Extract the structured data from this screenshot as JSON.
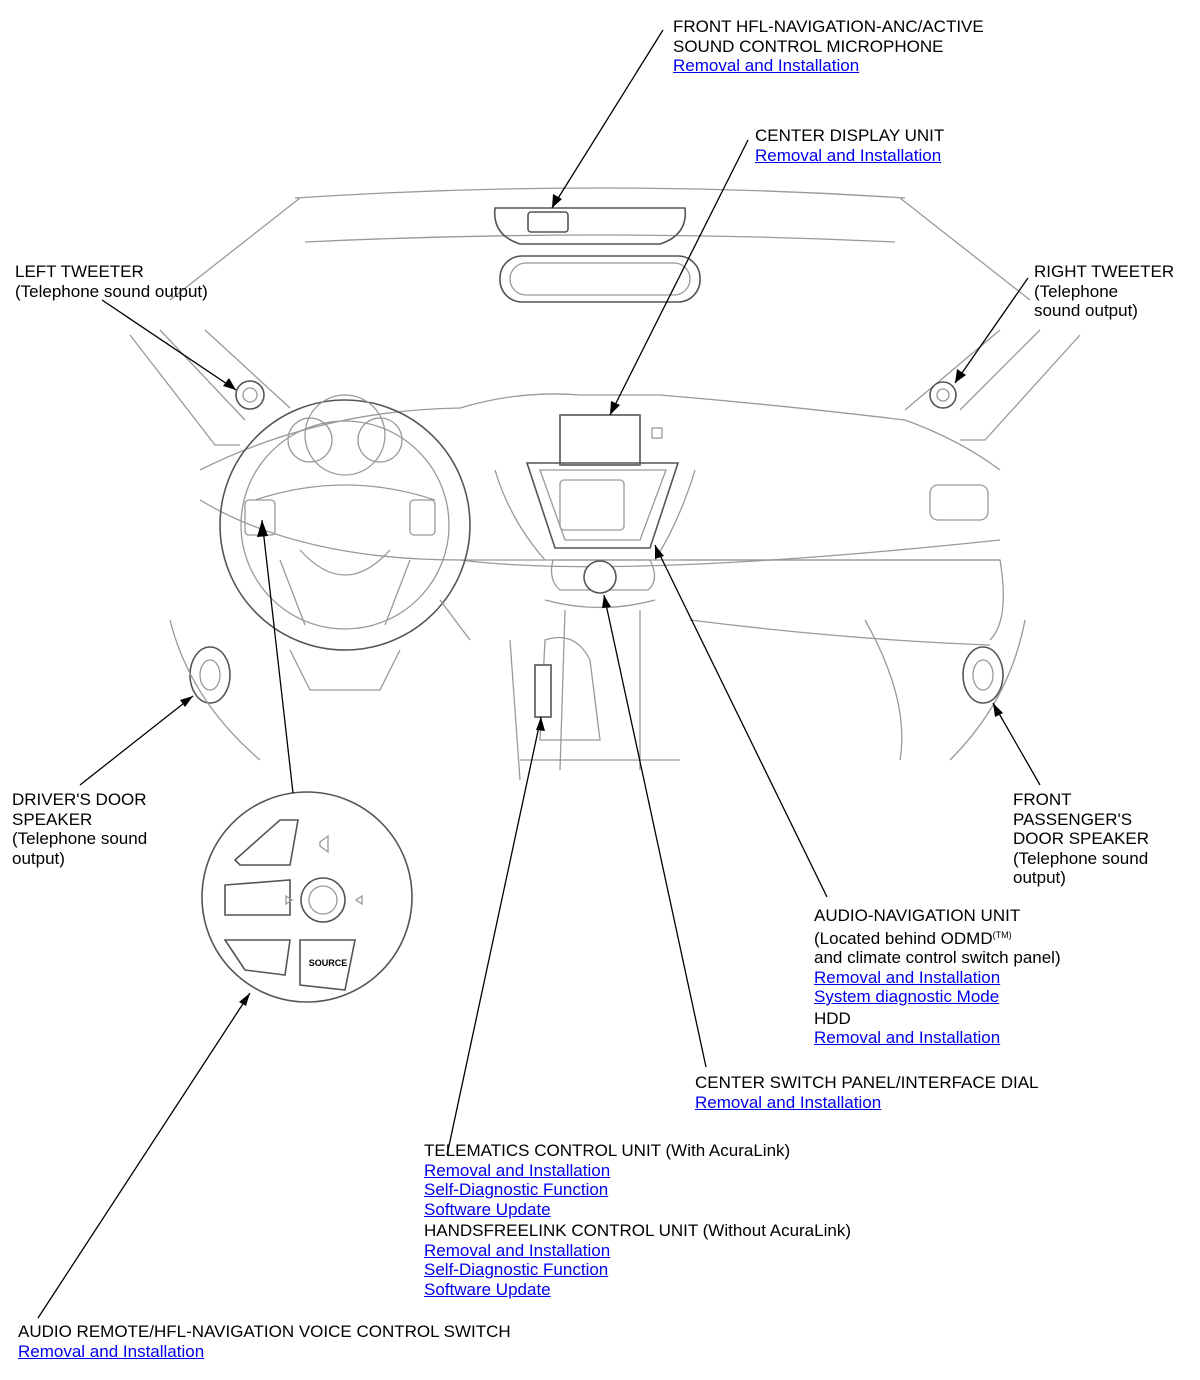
{
  "labels": {
    "front_mic": {
      "lines": [
        "FRONT HFL-NAVIGATION-ANC/ACTIVE",
        "SOUND CONTROL MICROPHONE"
      ],
      "links": [
        "Removal and Installation"
      ]
    },
    "center_display": {
      "lines": [
        "CENTER DISPLAY UNIT"
      ],
      "links": [
        "Removal and Installation"
      ]
    },
    "left_tweeter": {
      "lines": [
        "LEFT TWEETER",
        "(Telephone sound output)"
      ]
    },
    "right_tweeter": {
      "lines": [
        "RIGHT TWEETER",
        "(Telephone",
        "sound output)"
      ]
    },
    "drivers_door_speaker": {
      "lines": [
        "DRIVER'S DOOR",
        "SPEAKER",
        "(Telephone sound",
        "output)"
      ]
    },
    "front_passenger_door_speaker": {
      "lines": [
        "FRONT",
        "PASSENGER'S",
        "DOOR SPEAKER",
        "(Telephone sound",
        "output)"
      ]
    },
    "audio_navigation_unit": {
      "title": "AUDIO-NAVIGATION UNIT",
      "note_line1": "(Located behind ODMD",
      "note_tm": "(TM)",
      "note_line2": "and climate control switch panel)",
      "links": [
        "Removal and Installation",
        "System diagnostic Mode"
      ],
      "hdd_title": "HDD",
      "hdd_links": [
        "Removal and Installation"
      ]
    },
    "center_switch_panel": {
      "lines": [
        "CENTER SWITCH PANEL/INTERFACE DIAL"
      ],
      "links": [
        "Removal and Installation"
      ]
    },
    "telematics_unit": {
      "title": "TELEMATICS CONTROL UNIT (With AcuraLink)",
      "links": [
        "Removal and Installation",
        "Self-Diagnostic Function",
        "Software Update"
      ]
    },
    "handsfreelink_unit": {
      "title": "HANDSFREELINK CONTROL UNIT (Without AcuraLink)",
      "links": [
        "Removal and Installation",
        "Self-Diagnostic Function",
        "Software Update"
      ]
    },
    "audio_remote_switch": {
      "lines": [
        "AUDIO REMOTE/HFL-NAVIGATION VOICE CONTROL SWITCH"
      ],
      "links": [
        "Removal and Installation"
      ]
    }
  },
  "switch_detail": {
    "source_button": "SOURCE"
  },
  "colors": {
    "link": "#0000ee",
    "drawing_light": "#999999",
    "drawing_dark": "#555555",
    "leader": "#000000"
  }
}
